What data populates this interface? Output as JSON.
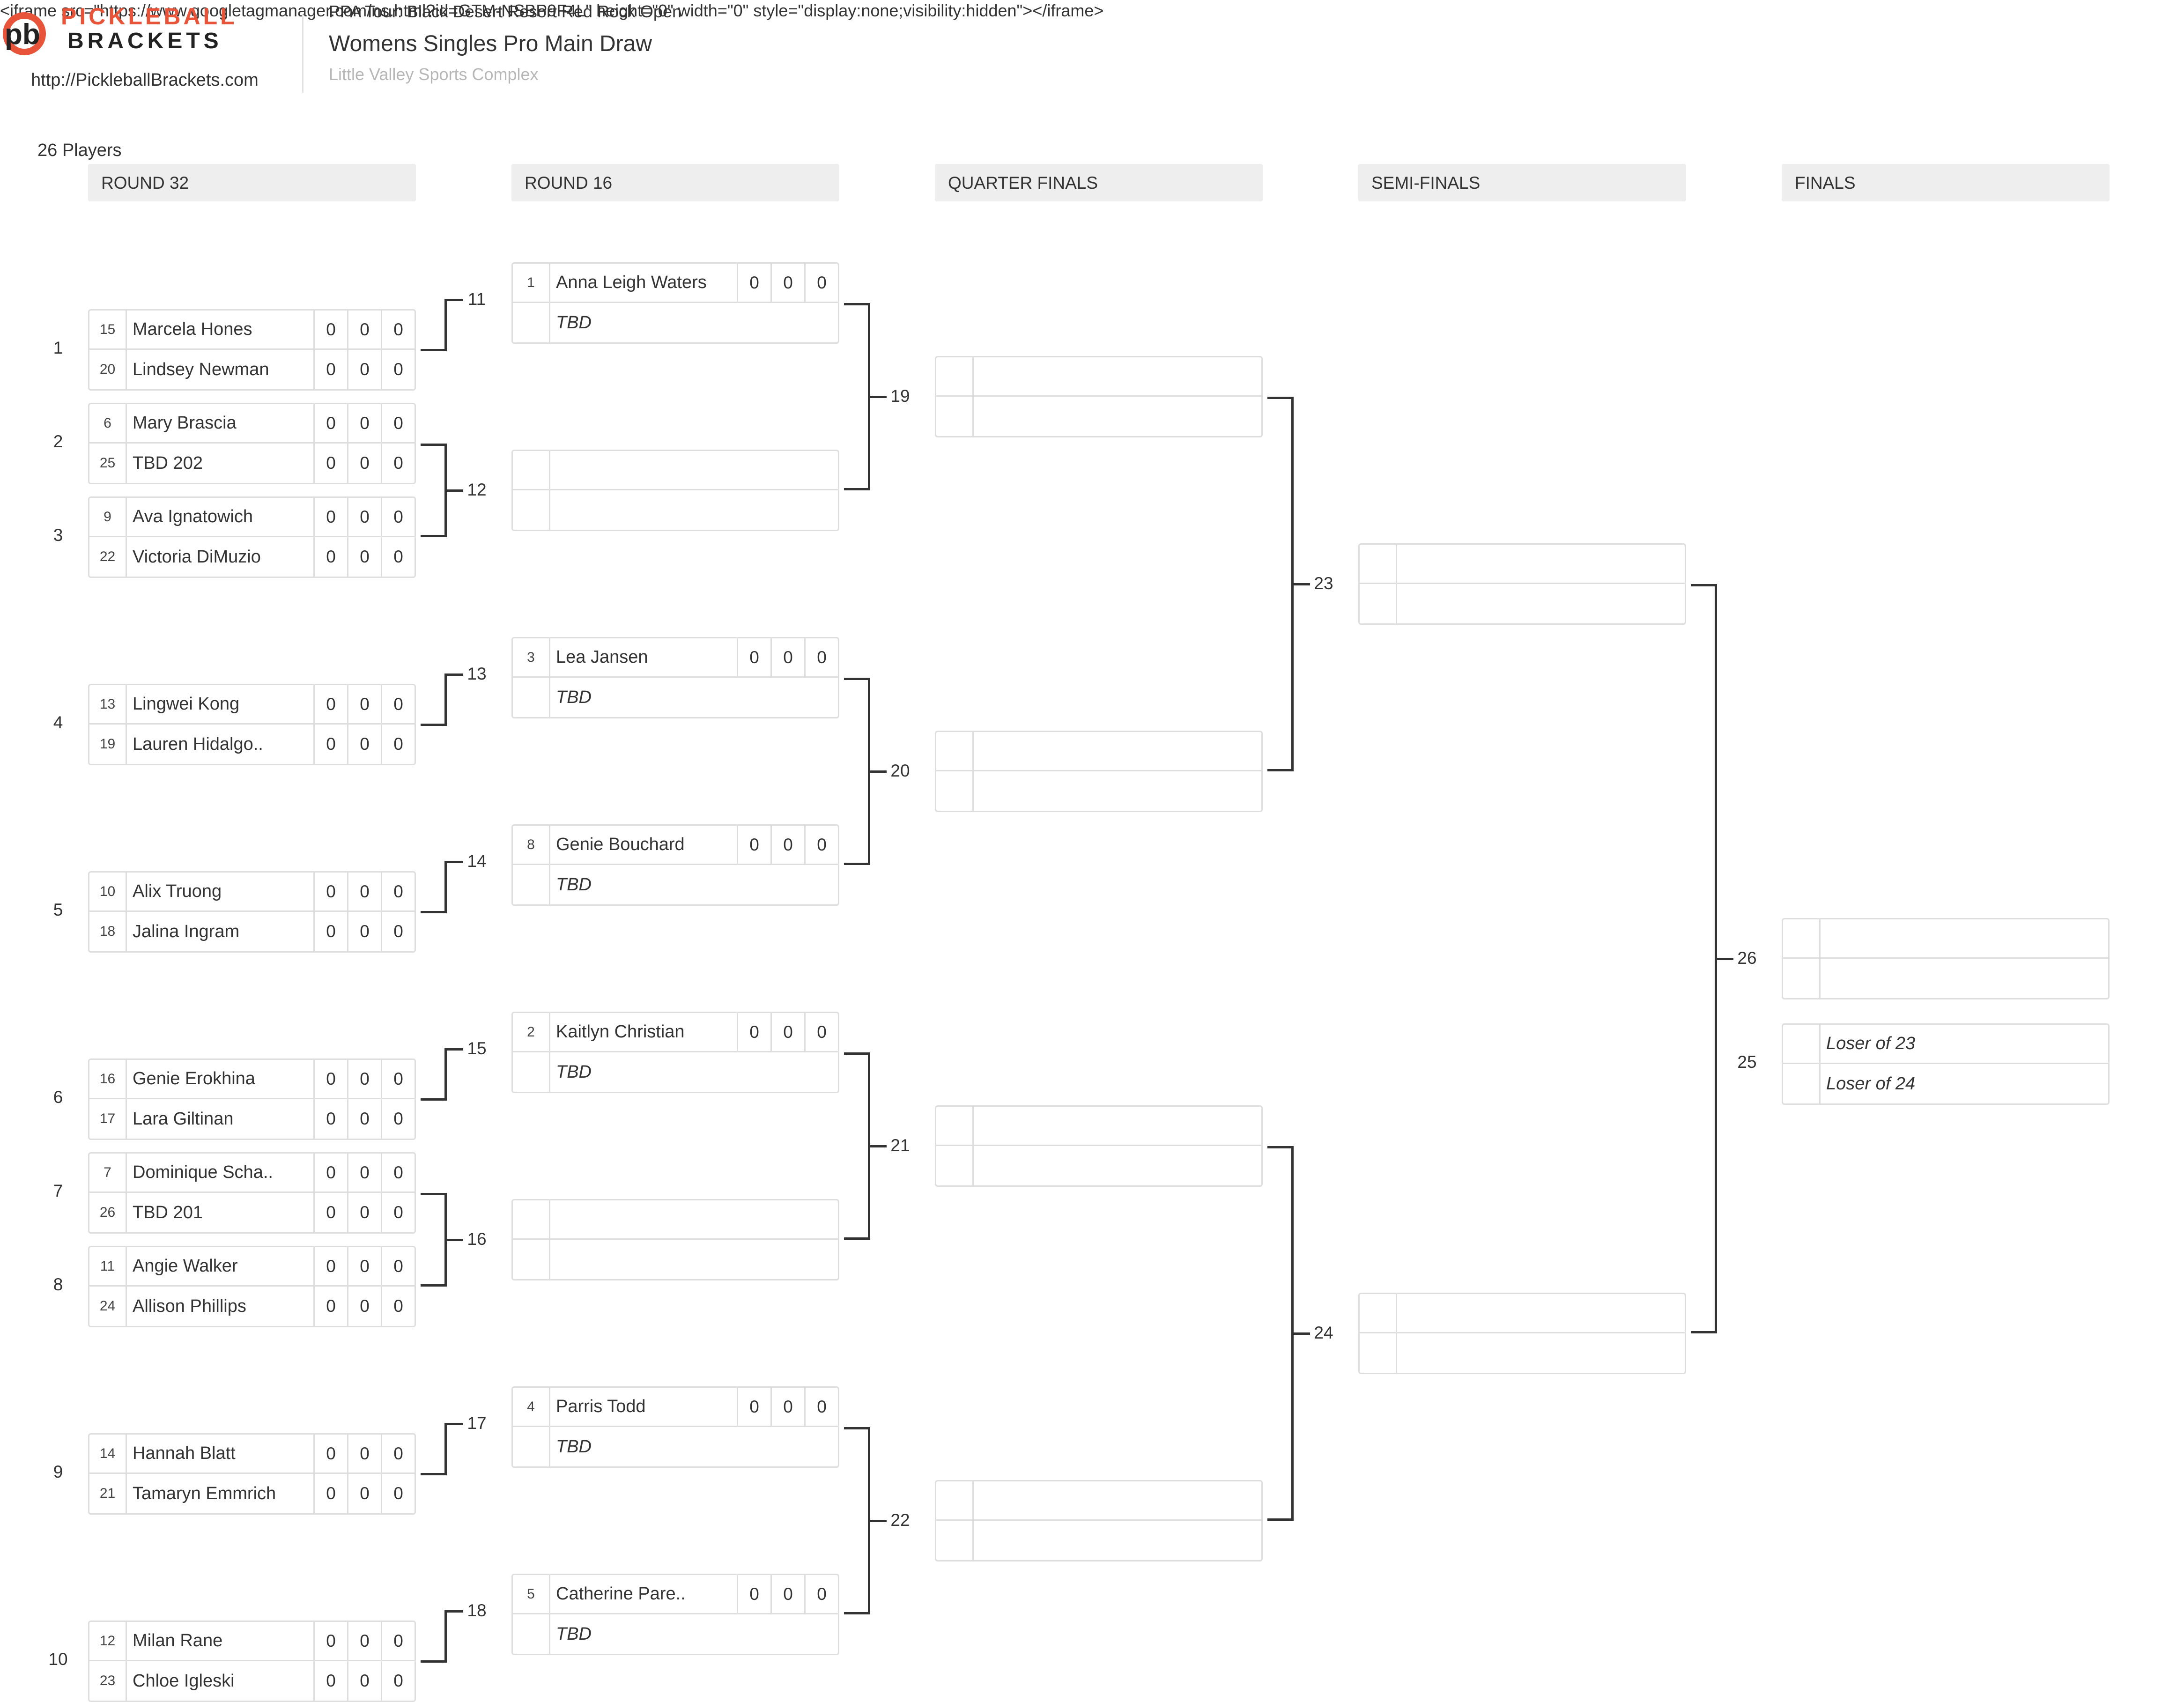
{
  "page": {
    "iframe_text": "<iframe src=\"https://www.googletagmanager.com/ns.html?id=GTM-NSBP9F4L\" height=\"0\" width=\"0\" style=\"display:none;visibility:hidden\"></iframe>",
    "logo_line1": "PICKLEBALL",
    "logo_line2": "BRACKETS",
    "site_url": "http://PickleballBrackets.com",
    "tournament": "PPA Tour: Black Desert Resort Red Rock Open",
    "draw_title": "Womens Singles Pro Main Draw",
    "venue": "Little Valley Sports Complex",
    "players_count": "26 Players",
    "brand_color": "#e8543a"
  },
  "rounds": [
    "ROUND 32",
    "ROUND 16",
    "QUARTER FINALS",
    "SEMI-FINALS",
    "FINALS"
  ],
  "round32": [
    {
      "num": "1",
      "p1": {
        "seed": "15",
        "name": "Marcela Hones"
      },
      "p2": {
        "seed": "20",
        "name": "Lindsey Newman"
      }
    },
    {
      "num": "2",
      "p1": {
        "seed": "6",
        "name": "Mary Brascia"
      },
      "p2": {
        "seed": "25",
        "name": "TBD 202"
      }
    },
    {
      "num": "3",
      "p1": {
        "seed": "9",
        "name": "Ava Ignatowich"
      },
      "p2": {
        "seed": "22",
        "name": "Victoria DiMuzio"
      }
    },
    {
      "num": "4",
      "p1": {
        "seed": "13",
        "name": "Lingwei Kong"
      },
      "p2": {
        "seed": "19",
        "name": "Lauren Hidalgo.."
      }
    },
    {
      "num": "5",
      "p1": {
        "seed": "10",
        "name": "Alix Truong"
      },
      "p2": {
        "seed": "18",
        "name": "Jalina Ingram"
      }
    },
    {
      "num": "6",
      "p1": {
        "seed": "16",
        "name": "Genie Erokhina"
      },
      "p2": {
        "seed": "17",
        "name": "Lara Giltinan"
      }
    },
    {
      "num": "7",
      "p1": {
        "seed": "7",
        "name": "Dominique Scha.."
      },
      "p2": {
        "seed": "26",
        "name": "TBD 201"
      }
    },
    {
      "num": "8",
      "p1": {
        "seed": "11",
        "name": "Angie Walker"
      },
      "p2": {
        "seed": "24",
        "name": "Allison Phillips"
      }
    },
    {
      "num": "9",
      "p1": {
        "seed": "14",
        "name": "Hannah Blatt"
      },
      "p2": {
        "seed": "21",
        "name": "Tamaryn Emmrich"
      }
    },
    {
      "num": "10",
      "p1": {
        "seed": "12",
        "name": "Milan Rane"
      },
      "p2": {
        "seed": "23",
        "name": "Chloe Igleski"
      }
    }
  ],
  "score_zero": "0",
  "round16_nums": [
    "11",
    "12",
    "13",
    "14",
    "15",
    "16",
    "17",
    "18"
  ],
  "round16": [
    {
      "p1": {
        "seed": "1",
        "name": "Anna Leigh Waters"
      },
      "p2": {
        "seed": "",
        "name": "TBD"
      }
    },
    {
      "p1": {
        "seed": "",
        "name": ""
      },
      "p2": {
        "seed": "",
        "name": ""
      }
    },
    {
      "p1": {
        "seed": "3",
        "name": "Lea Jansen"
      },
      "p2": {
        "seed": "",
        "name": "TBD"
      }
    },
    {
      "p1": {
        "seed": "8",
        "name": "Genie Bouchard"
      },
      "p2": {
        "seed": "",
        "name": "TBD"
      }
    },
    {
      "p1": {
        "seed": "2",
        "name": "Kaitlyn Christian"
      },
      "p2": {
        "seed": "",
        "name": "TBD"
      }
    },
    {
      "p1": {
        "seed": "",
        "name": ""
      },
      "p2": {
        "seed": "",
        "name": ""
      }
    },
    {
      "p1": {
        "seed": "4",
        "name": "Parris Todd"
      },
      "p2": {
        "seed": "",
        "name": "TBD"
      }
    },
    {
      "p1": {
        "seed": "5",
        "name": "Catherine Pare.."
      },
      "p2": {
        "seed": "",
        "name": "TBD"
      }
    }
  ],
  "qf_nums": [
    "19",
    "20",
    "21",
    "22"
  ],
  "sf_nums": [
    "23",
    "24"
  ],
  "final_num": "26",
  "third_num": "25",
  "third_place": {
    "p1": "Loser of 23",
    "p2": "Loser of 24"
  }
}
